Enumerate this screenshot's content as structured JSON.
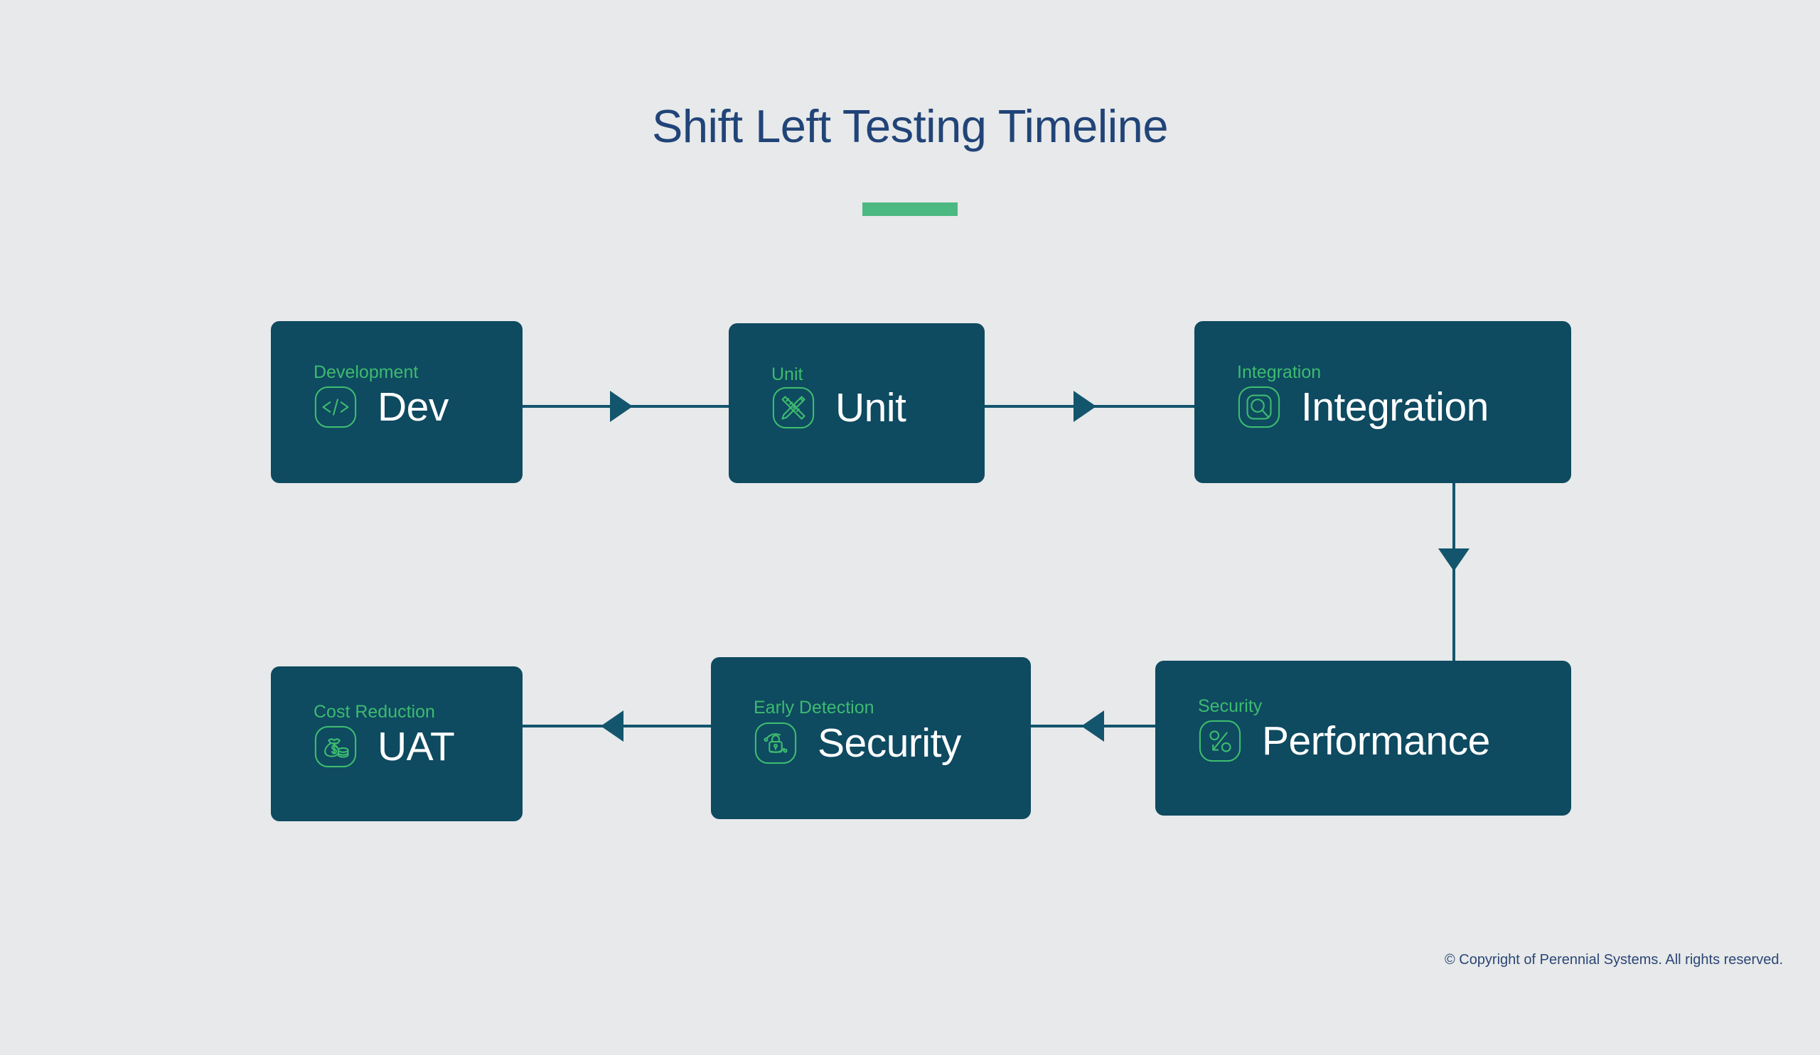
{
  "header": {
    "title": "Shift Left Testing Timeline",
    "accent_color": "#4cb882",
    "title_color": "#214478"
  },
  "theme": {
    "background": "#e7e9ea",
    "card_background": "#0e4a60",
    "label_green": "#3dbb6f",
    "connector": "#13556d",
    "card_title_color": "#ffffff"
  },
  "stages": [
    {
      "id": "dev",
      "label": "Development",
      "title": "Dev",
      "icon": "code-icon"
    },
    {
      "id": "unit",
      "label": "Unit",
      "title": "Unit",
      "icon": "ruler-pencil-icon"
    },
    {
      "id": "integration",
      "label": "Integration",
      "title": "Integration",
      "icon": "magnifier-square-icon"
    },
    {
      "id": "performance",
      "label": "Security",
      "title": "Performance",
      "icon": "percent-icon"
    },
    {
      "id": "early",
      "label": "Early Detection",
      "title": "Security",
      "icon": "lock-orbit-icon"
    },
    {
      "id": "cost",
      "label": "Cost Reduction",
      "title": "UAT",
      "icon": "money-bag-coins-icon"
    }
  ],
  "connectors": [
    {
      "id": "dev-to-unit",
      "direction": "right"
    },
    {
      "id": "unit-to-integration",
      "direction": "right"
    },
    {
      "id": "integration-to-performance",
      "direction": "down"
    },
    {
      "id": "performance-to-early",
      "direction": "left"
    },
    {
      "id": "early-to-cost",
      "direction": "left"
    }
  ],
  "footer": {
    "copyright": "© Copyright of Perennial Systems. All rights reserved."
  }
}
